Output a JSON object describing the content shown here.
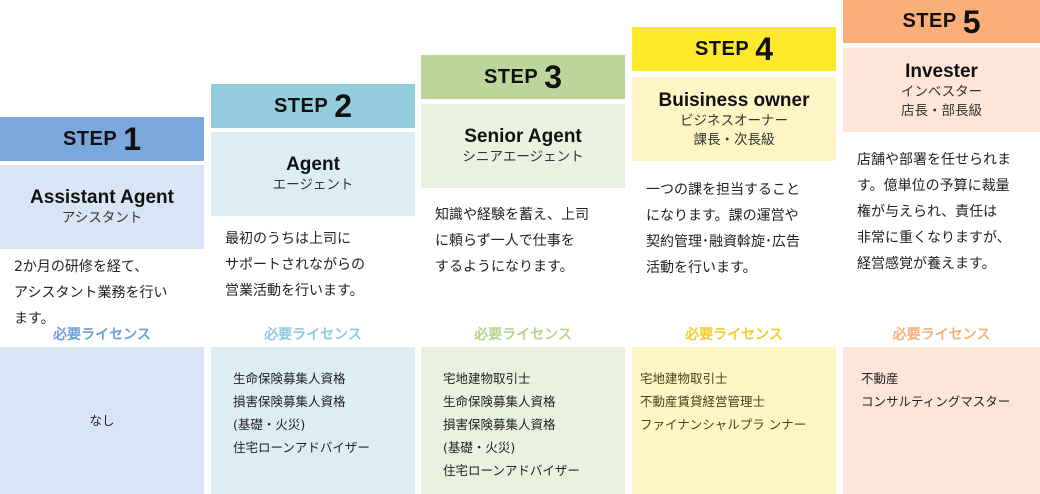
{
  "steps": [
    {
      "step_label": "STEP",
      "number": "1",
      "title_en": "Assistant Agent",
      "title_jp": "アシスタント",
      "grade": "",
      "description": [
        "2か月の研修を経て、",
        "アシスタント業務を行い",
        "ます。"
      ],
      "license_label": "必要ライセンス",
      "licenses": [
        "なし"
      ],
      "colors": {
        "header": "#7aa7dc",
        "body": "#d9e5f5",
        "label": "#6f9fd9"
      }
    },
    {
      "step_label": "STEP",
      "number": "2",
      "title_en": "Agent",
      "title_jp": "エージェント",
      "grade": "",
      "description": [
        "最初のうちは上司に",
        "サポートされながらの",
        "営業活動を行います。"
      ],
      "license_label": "必要ライセンス",
      "licenses": [
        "生命保険募集人資格",
        "損害保険募集人資格",
        "(基礎・火災)",
        "住宅ローンアドバイザー"
      ],
      "colors": {
        "header": "#93ccdc",
        "body": "#ddedf4",
        "label": "#8fcbe0"
      }
    },
    {
      "step_label": "STEP",
      "number": "3",
      "title_en": "Senior Agent",
      "title_jp": "シニアエージェント",
      "grade": "",
      "description": [
        "知識や経験を蓄え、上司",
        "に頼らず一人で仕事を",
        "するようになります。"
      ],
      "license_label": "必要ライセンス",
      "licenses": [
        "宅地建物取引士",
        "生命保険募集人資格",
        "損害保険募集人資格",
        "(基礎・火災)",
        "住宅ローンアドバイザー"
      ],
      "colors": {
        "header": "#bcd59a",
        "body": "#eaf1e0",
        "label": "#b5d58f"
      }
    },
    {
      "step_label": "STEP",
      "number": "4",
      "title_en": "Buisiness owner",
      "title_jp": "ビジネスオーナー",
      "grade": "課長・次長級",
      "description": [
        "一つの課を担当すること",
        "になります。課の運営や",
        "契約管理･融資斡旋･広告",
        "活動を行います。"
      ],
      "license_label": "必要ライセンス",
      "licenses": [
        "宅地建物取引士",
        "不動産賃貸経営管理士",
        "ファイナンシャルプラ ンナー"
      ],
      "colors": {
        "header": "#fde829",
        "body": "#fff5c4",
        "label": "#f6cd2a"
      }
    },
    {
      "step_label": "STEP",
      "number": "5",
      "title_en": "Invester",
      "title_jp": "インベスター",
      "grade": "店長・部長級",
      "description": [
        "店舗や部署を任せられま",
        "す。億単位の予算に裁量",
        "権が与えられ、責任は",
        "非常に重くなりますが、",
        "経営感覚が養えます。"
      ],
      "license_label": "必要ライセンス",
      "licenses": [
        "不動産",
        "コンサルティングマスター"
      ],
      "colors": {
        "header": "#fcae78",
        "body": "#fde5d8",
        "label": "#f8b07c"
      }
    }
  ]
}
